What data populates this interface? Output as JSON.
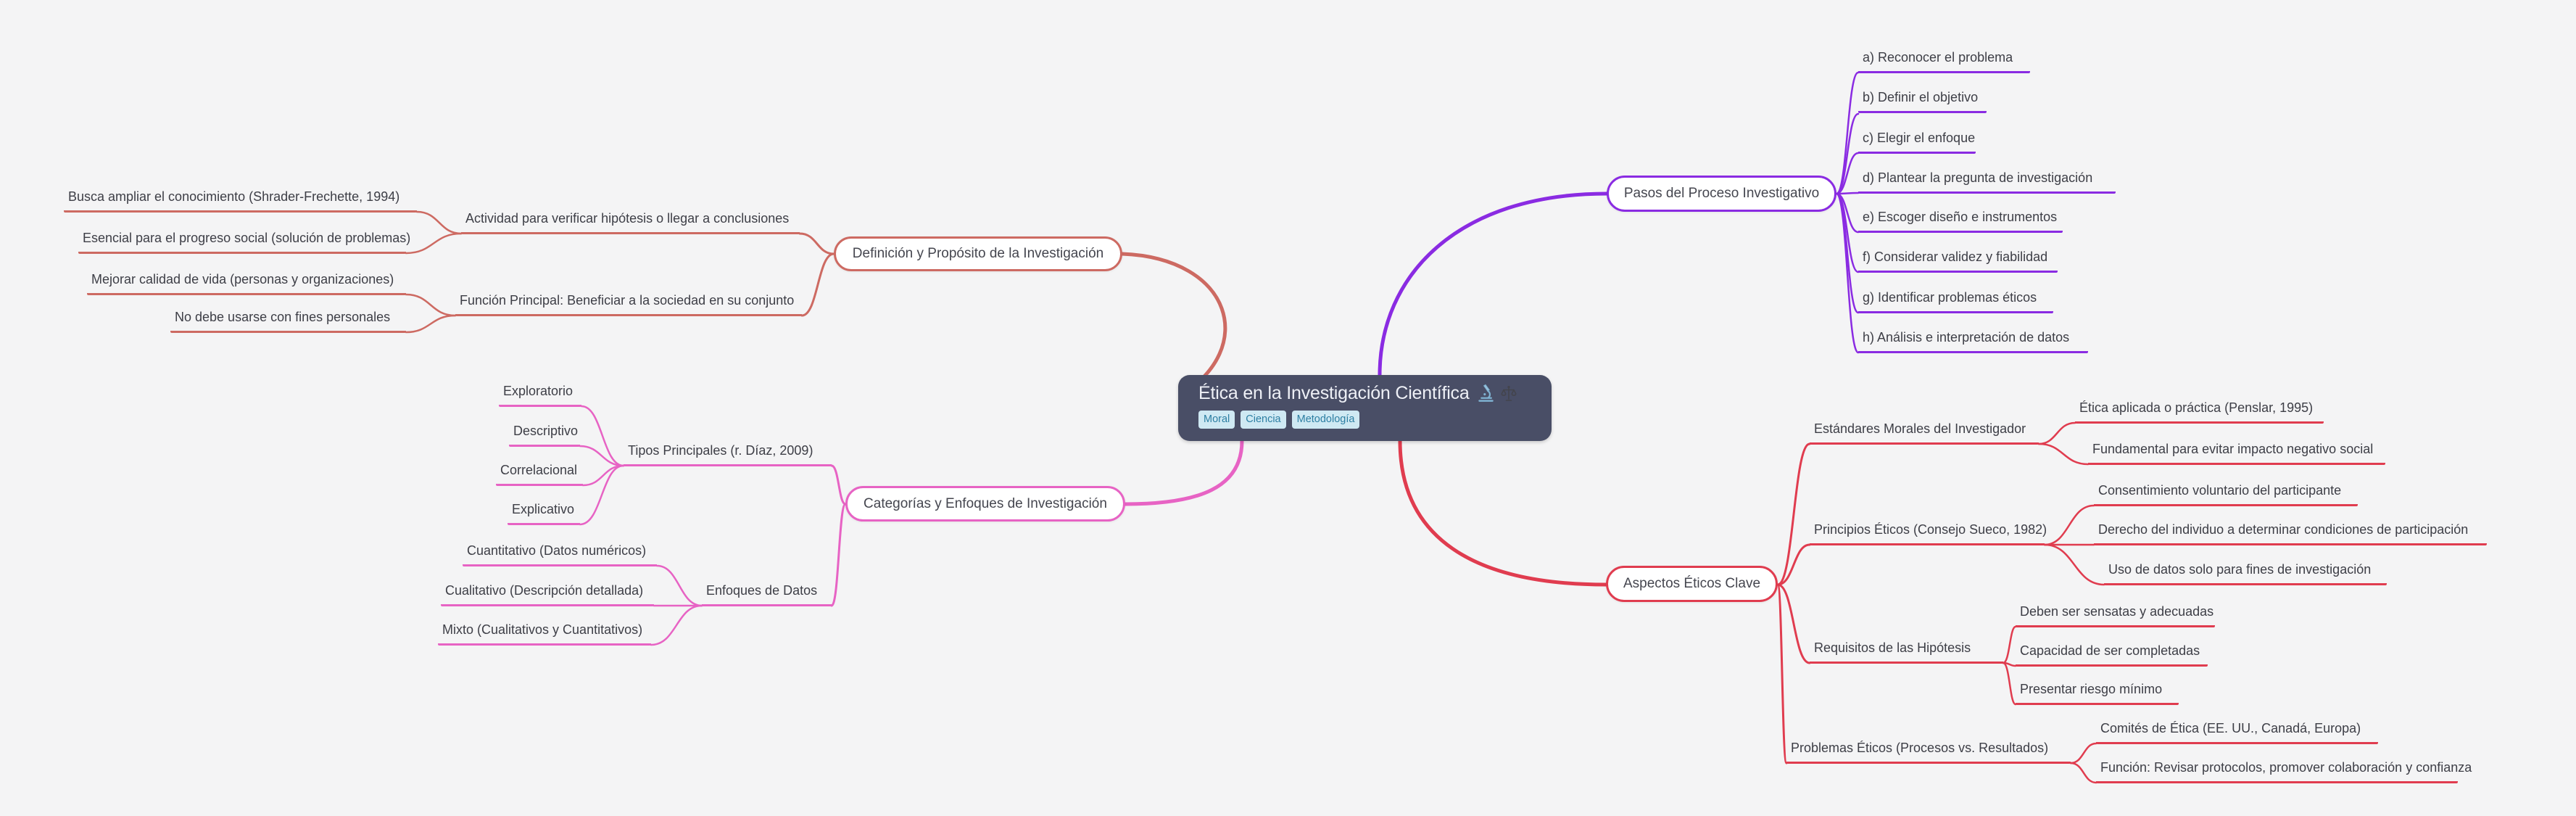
{
  "theme": {
    "background": "#f4f4f5",
    "root_bg": "#494e66",
    "root_text": "#eef0f6",
    "tag_bg": "#cfe9f3",
    "tag_text": "#2d7fa3",
    "leaf_text": "#3d3e46"
  },
  "root": {
    "title": "Ética en la Investigación Científica",
    "icons": [
      "microscope",
      "balance-scale"
    ],
    "tags": [
      "Moral",
      "Ciencia",
      "Metodología"
    ]
  },
  "branches": [
    {
      "label": "Definición y Propósito de la Investigación",
      "color": "#cd6a62",
      "children": [
        {
          "label": "Actividad para verificar hipótesis o llegar a conclusiones",
          "children": [
            {
              "label": "Busca ampliar el conocimiento (Shrader-Frechette, 1994)"
            },
            {
              "label": "Esencial para el progreso social (solución de problemas)"
            }
          ]
        },
        {
          "label": "Función Principal: Beneficiar a la sociedad en su conjunto",
          "children": [
            {
              "label": "Mejorar calidad de vida (personas y organizaciones)"
            },
            {
              "label": "No debe usarse con fines personales"
            }
          ]
        }
      ]
    },
    {
      "label": "Categorías y Enfoques de Investigación",
      "color": "#e763c4",
      "children": [
        {
          "label": "Tipos Principales (r. Díaz, 2009)",
          "children": [
            {
              "label": "Exploratorio"
            },
            {
              "label": "Descriptivo"
            },
            {
              "label": "Correlacional"
            },
            {
              "label": "Explicativo"
            }
          ]
        },
        {
          "label": "Enfoques de Datos",
          "children": [
            {
              "label": "Cuantitativo (Datos numéricos)"
            },
            {
              "label": "Cualitativo (Descripción detallada)"
            },
            {
              "label": "Mixto (Cualitativos y Cuantitativos)"
            }
          ]
        }
      ]
    },
    {
      "label": "Pasos del Proceso Investigativo",
      "color": "#8a2be2",
      "children": [
        {
          "label": "a) Reconocer el problema"
        },
        {
          "label": "b) Definir el objetivo"
        },
        {
          "label": "c) Elegir el enfoque"
        },
        {
          "label": "d) Plantear la pregunta de investigación"
        },
        {
          "label": "e) Escoger diseño e instrumentos"
        },
        {
          "label": "f) Considerar validez y fiabilidad"
        },
        {
          "label": "g) Identificar problemas éticos"
        },
        {
          "label": "h) Análisis e interpretación de datos"
        }
      ]
    },
    {
      "label": "Aspectos Éticos Clave",
      "color": "#e03c4f",
      "children": [
        {
          "label": "Estándares Morales del Investigador",
          "children": [
            {
              "label": "Ética aplicada o práctica (Penslar, 1995)"
            },
            {
              "label": "Fundamental para evitar impacto negativo social"
            }
          ]
        },
        {
          "label": "Principios Éticos (Consejo Sueco, 1982)",
          "children": [
            {
              "label": "Consentimiento voluntario del participante"
            },
            {
              "label": "Derecho del individuo a determinar condiciones de participación"
            },
            {
              "label": "Uso de datos solo para fines de investigación"
            }
          ]
        },
        {
          "label": "Requisitos de las Hipótesis",
          "children": [
            {
              "label": "Deben ser sensatas y adecuadas"
            },
            {
              "label": "Capacidad de ser completadas"
            },
            {
              "label": "Presentar riesgo mínimo"
            }
          ]
        },
        {
          "label": "Problemas Éticos (Procesos vs. Resultados)",
          "children": [
            {
              "label": "Comités de Ética (EE. UU., Canadá, Europa)"
            },
            {
              "label": "Función: Revisar protocolos, promover colaboración y confianza"
            }
          ]
        }
      ]
    }
  ]
}
